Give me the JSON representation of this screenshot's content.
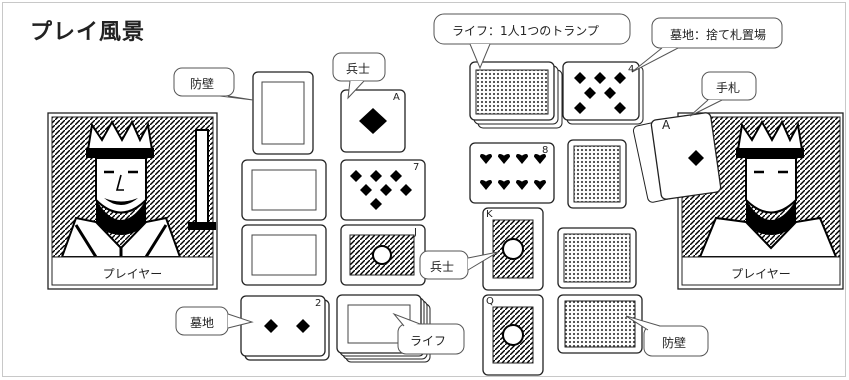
{
  "title": "プレイ風景",
  "players": {
    "left": "プレイヤー",
    "right": "プレイヤー"
  },
  "callouts": {
    "wall_left": "防壁",
    "soldier_top": "兵士",
    "life_top": "ライフ：1人1つのトランプ",
    "discard_top": "墓地：捨て札置場",
    "hand": "手札",
    "soldier_mid": "兵士",
    "discard_bottom": "墓地",
    "life_bottom": "ライフ",
    "wall_right": "防壁"
  },
  "cards": {
    "soldier_ace": "A",
    "seven": "7",
    "eight": "8",
    "jack_card": "J",
    "king": "K",
    "queen": "Q",
    "two": "2",
    "hand_ace": "A",
    "four": "4"
  }
}
